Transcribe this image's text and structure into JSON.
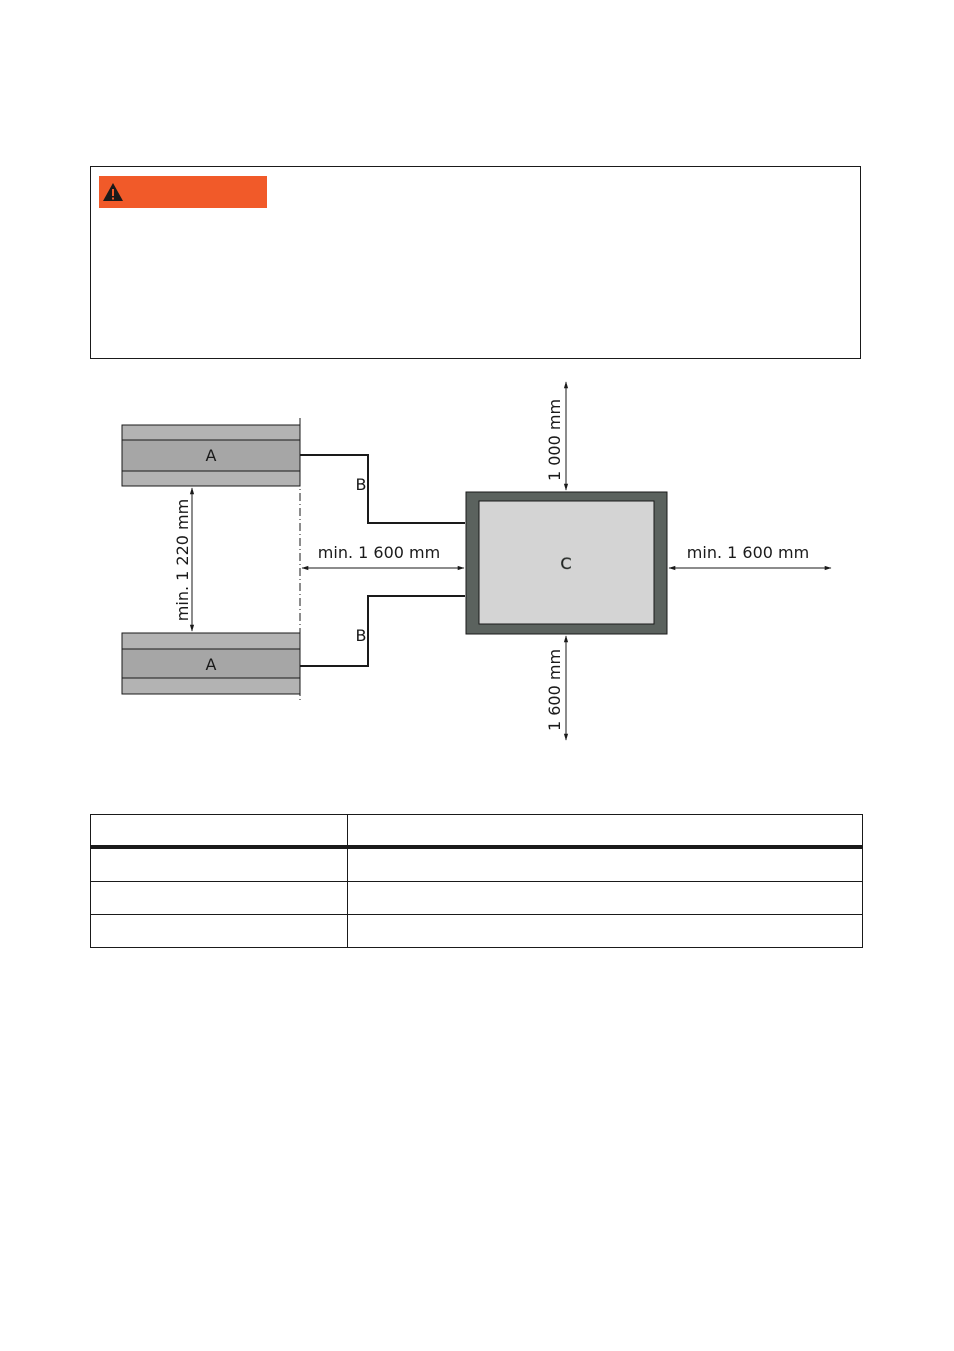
{
  "warning": {
    "icon": "warning-triangle-icon",
    "accent_color": "#f15a29"
  },
  "diagram": {
    "label_a_top": "A",
    "label_a_bottom": "A",
    "label_b_top": "B",
    "label_b_bottom": "B",
    "label_c": "C",
    "dim_between_a": "min. 1 220 mm",
    "dim_left_of_c": "min. 1 600 mm",
    "dim_right_of_c": "min. 1 600 mm",
    "dim_top_of_c": "1 000 mm",
    "dim_bottom_of_c": "1 600 mm",
    "colors": {
      "frame": "#5b625e",
      "inner": "#d4d4d4",
      "panel": "#a6a6a6",
      "panel_strip": "#b3b3b3"
    }
  },
  "legend_table": {
    "headers": [
      "",
      ""
    ],
    "rows": [
      [
        "",
        ""
      ],
      [
        "",
        ""
      ],
      [
        "",
        ""
      ]
    ]
  }
}
